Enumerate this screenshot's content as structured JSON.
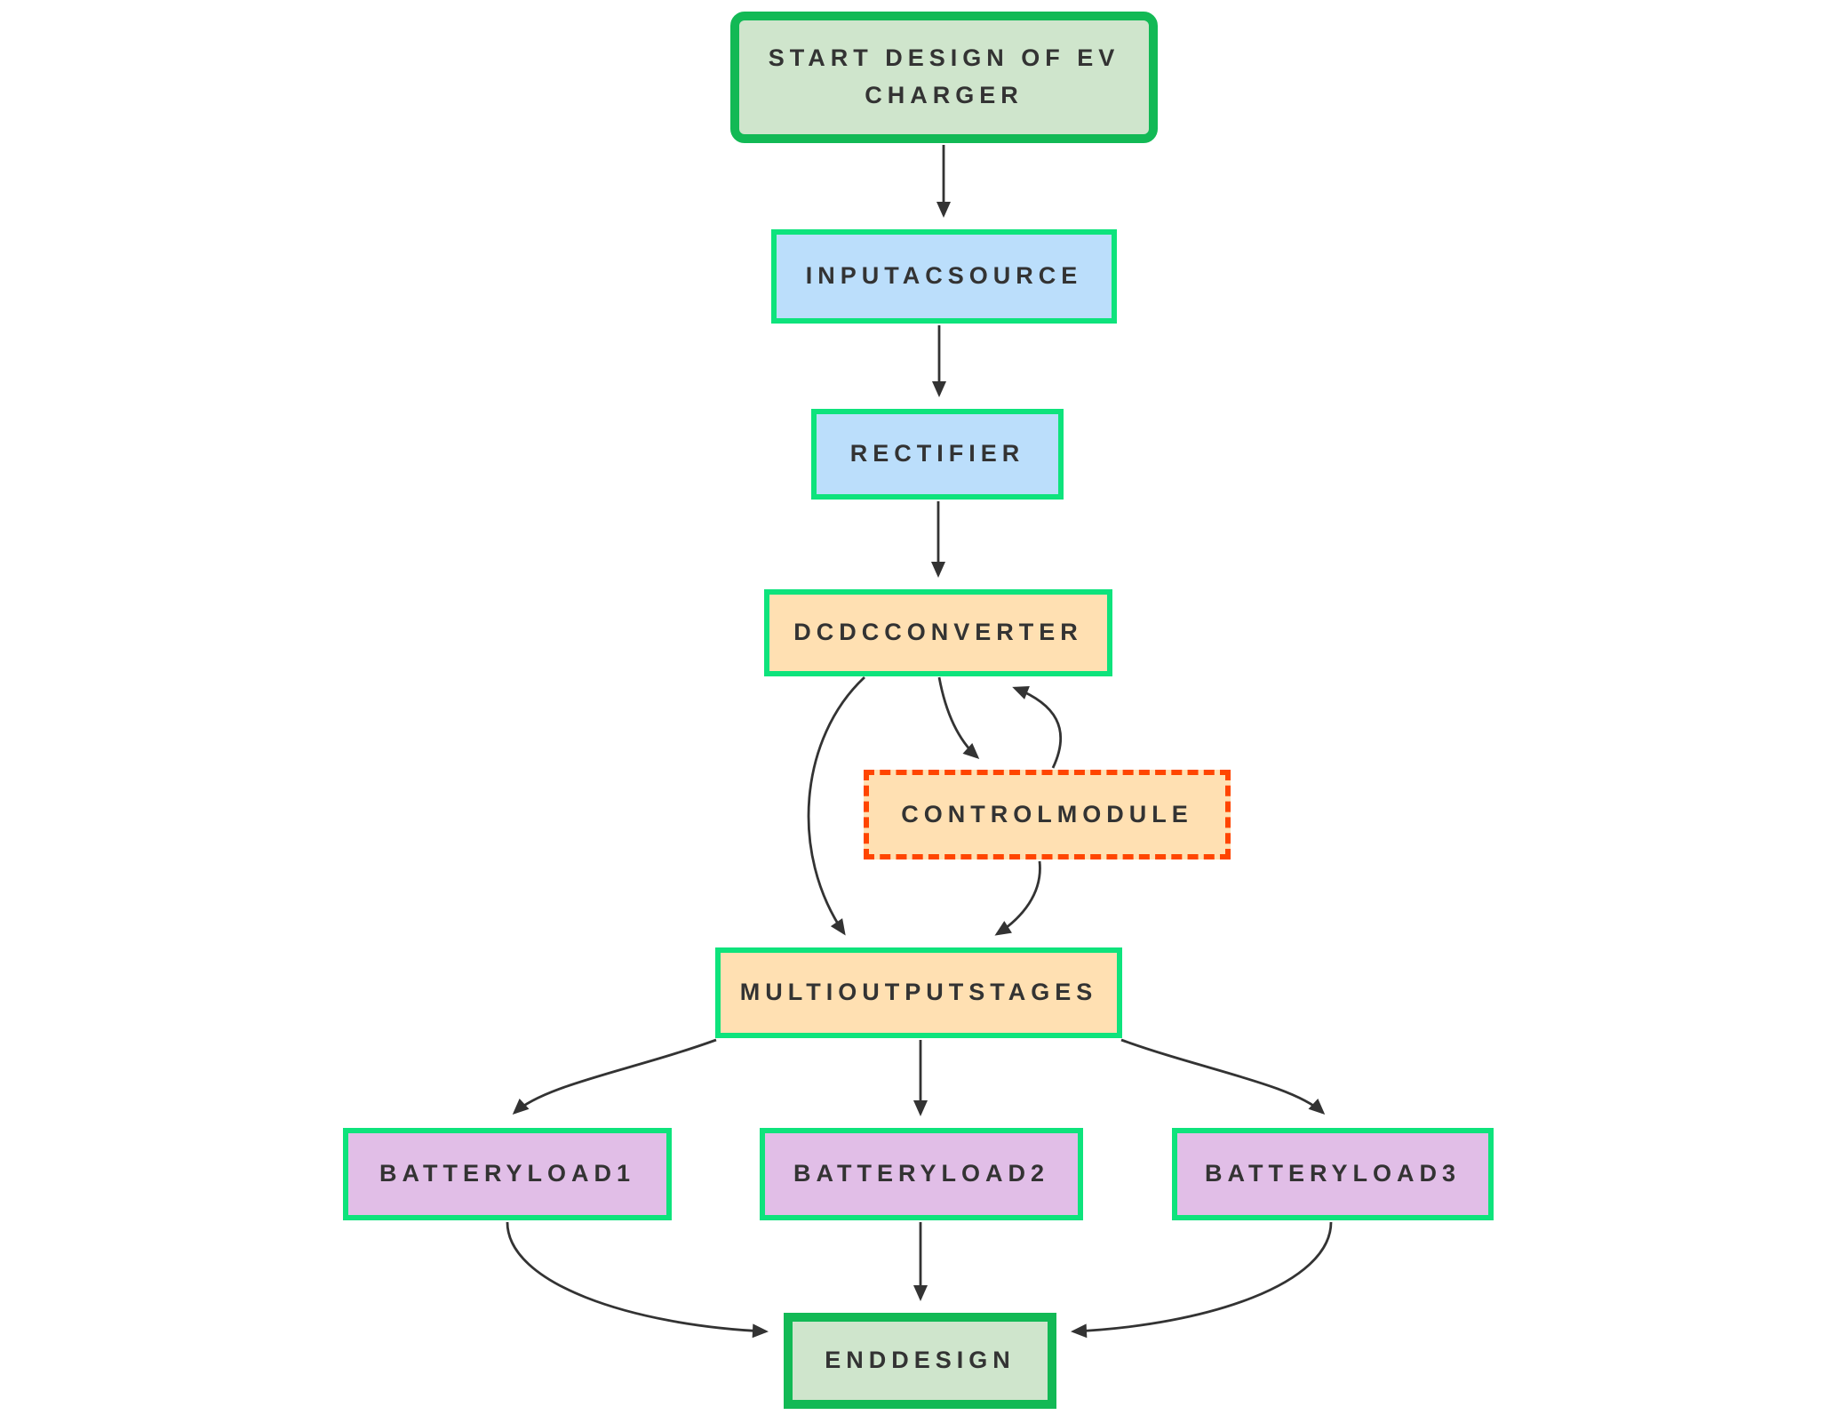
{
  "diagram": {
    "type": "flowchart",
    "direction": "top-down",
    "background": "#ffffff",
    "edge_color": "#333333",
    "text_color": "#333333",
    "nodes": {
      "start": {
        "label": "START DESIGN OF EV CHARGER",
        "fill": "#cfe5cc",
        "border": "#12b955",
        "border_style": "solid",
        "shape": "rounded-rect"
      },
      "input_ac_source": {
        "label": "INPUTACSOURCE",
        "fill": "#bbdefb",
        "border": "#0ee37c",
        "border_style": "solid",
        "shape": "rect"
      },
      "rectifier": {
        "label": "RECTIFIER",
        "fill": "#bbdefb",
        "border": "#0ee37c",
        "border_style": "solid",
        "shape": "rect"
      },
      "dcdc_converter": {
        "label": "DCDCCONVERTER",
        "fill": "#ffe0b2",
        "border": "#0ee37c",
        "border_style": "solid",
        "shape": "rect"
      },
      "control_module": {
        "label": "CONTROLMODULE",
        "fill": "#ffe0b2",
        "border": "#ff4500",
        "border_style": "dashed",
        "shape": "rect"
      },
      "multi_output_stages": {
        "label": "MULTIOUTPUTSTAGES",
        "fill": "#ffe0b2",
        "border": "#0ee37c",
        "border_style": "solid",
        "shape": "rect"
      },
      "battery_load_1": {
        "label": "BATTERYLOAD1",
        "fill": "#e1bee7",
        "border": "#0ee37c",
        "border_style": "solid",
        "shape": "rect"
      },
      "battery_load_2": {
        "label": "BATTERYLOAD2",
        "fill": "#e1bee7",
        "border": "#0ee37c",
        "border_style": "solid",
        "shape": "rect"
      },
      "battery_load_3": {
        "label": "BATTERYLOAD3",
        "fill": "#e1bee7",
        "border": "#0ee37c",
        "border_style": "solid",
        "shape": "rect"
      },
      "end": {
        "label": "ENDDESIGN",
        "fill": "#cfe5cc",
        "border": "#12b955",
        "border_style": "solid",
        "shape": "rect"
      }
    },
    "edges": [
      {
        "from": "start",
        "to": "input_ac_source"
      },
      {
        "from": "input_ac_source",
        "to": "rectifier"
      },
      {
        "from": "rectifier",
        "to": "dcdc_converter"
      },
      {
        "from": "dcdc_converter",
        "to": "control_module"
      },
      {
        "from": "control_module",
        "to": "dcdc_converter"
      },
      {
        "from": "dcdc_converter",
        "to": "multi_output_stages"
      },
      {
        "from": "control_module",
        "to": "multi_output_stages"
      },
      {
        "from": "multi_output_stages",
        "to": "battery_load_1"
      },
      {
        "from": "multi_output_stages",
        "to": "battery_load_2"
      },
      {
        "from": "multi_output_stages",
        "to": "battery_load_3"
      },
      {
        "from": "battery_load_1",
        "to": "end"
      },
      {
        "from": "battery_load_2",
        "to": "end"
      },
      {
        "from": "battery_load_3",
        "to": "end"
      }
    ]
  }
}
